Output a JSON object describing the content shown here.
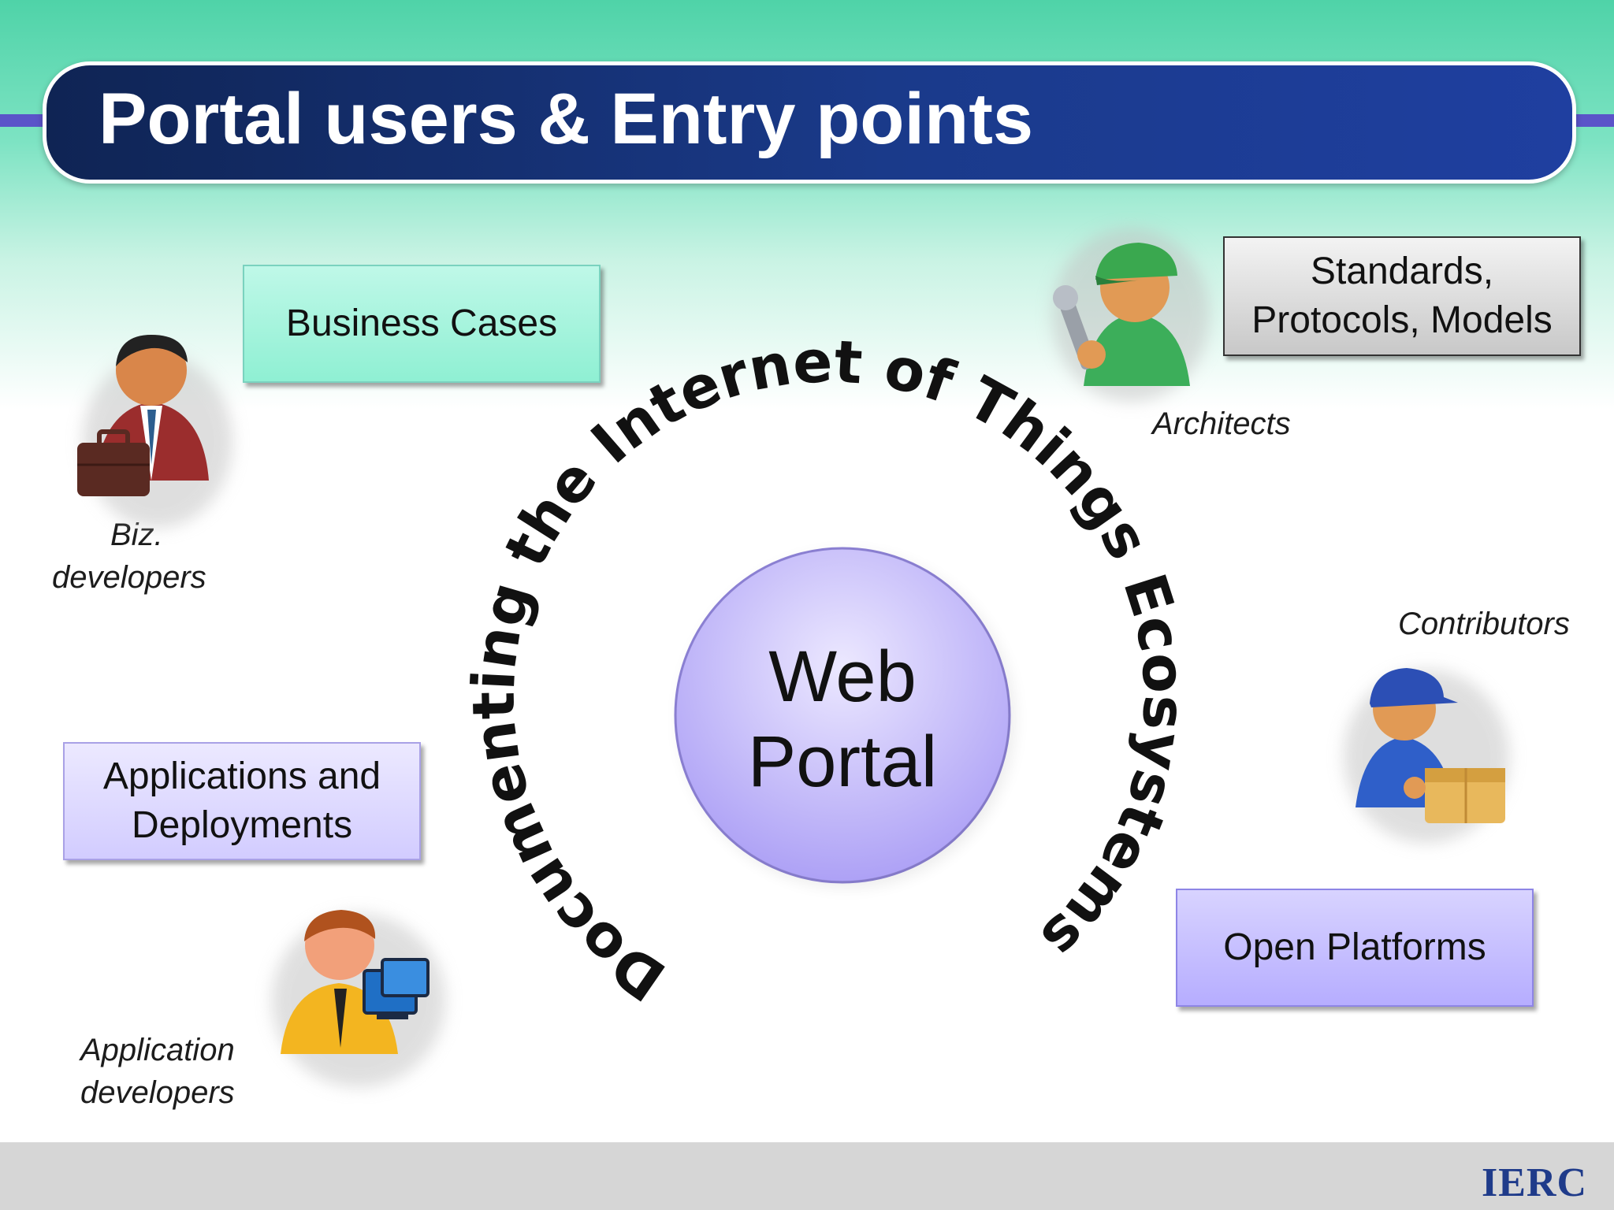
{
  "title": "Portal users & Entry points",
  "center": {
    "line1": "Web",
    "line2": "Portal",
    "arc_text": "Documenting the Internet of Things Ecosystems"
  },
  "boxes": {
    "business_cases": "Business Cases",
    "standards_line1": "Standards,",
    "standards_line2": "Protocols, Models",
    "apps_line1": "Applications and",
    "apps_line2": "Deployments",
    "open_platforms": "Open Platforms"
  },
  "roles": {
    "biz_line1": "Biz.",
    "biz_line2": "developers",
    "architects": "Architects",
    "contributors": "Contributors",
    "appdev_line1": "Application",
    "appdev_line2": "developers"
  },
  "footer": {
    "logo": "IERC"
  },
  "colors": {
    "title_bar": "#132c6b",
    "accent_green": "#4fd3a8",
    "portal_purple": "#c9c1ff",
    "logo_blue": "#1f3b8a"
  }
}
